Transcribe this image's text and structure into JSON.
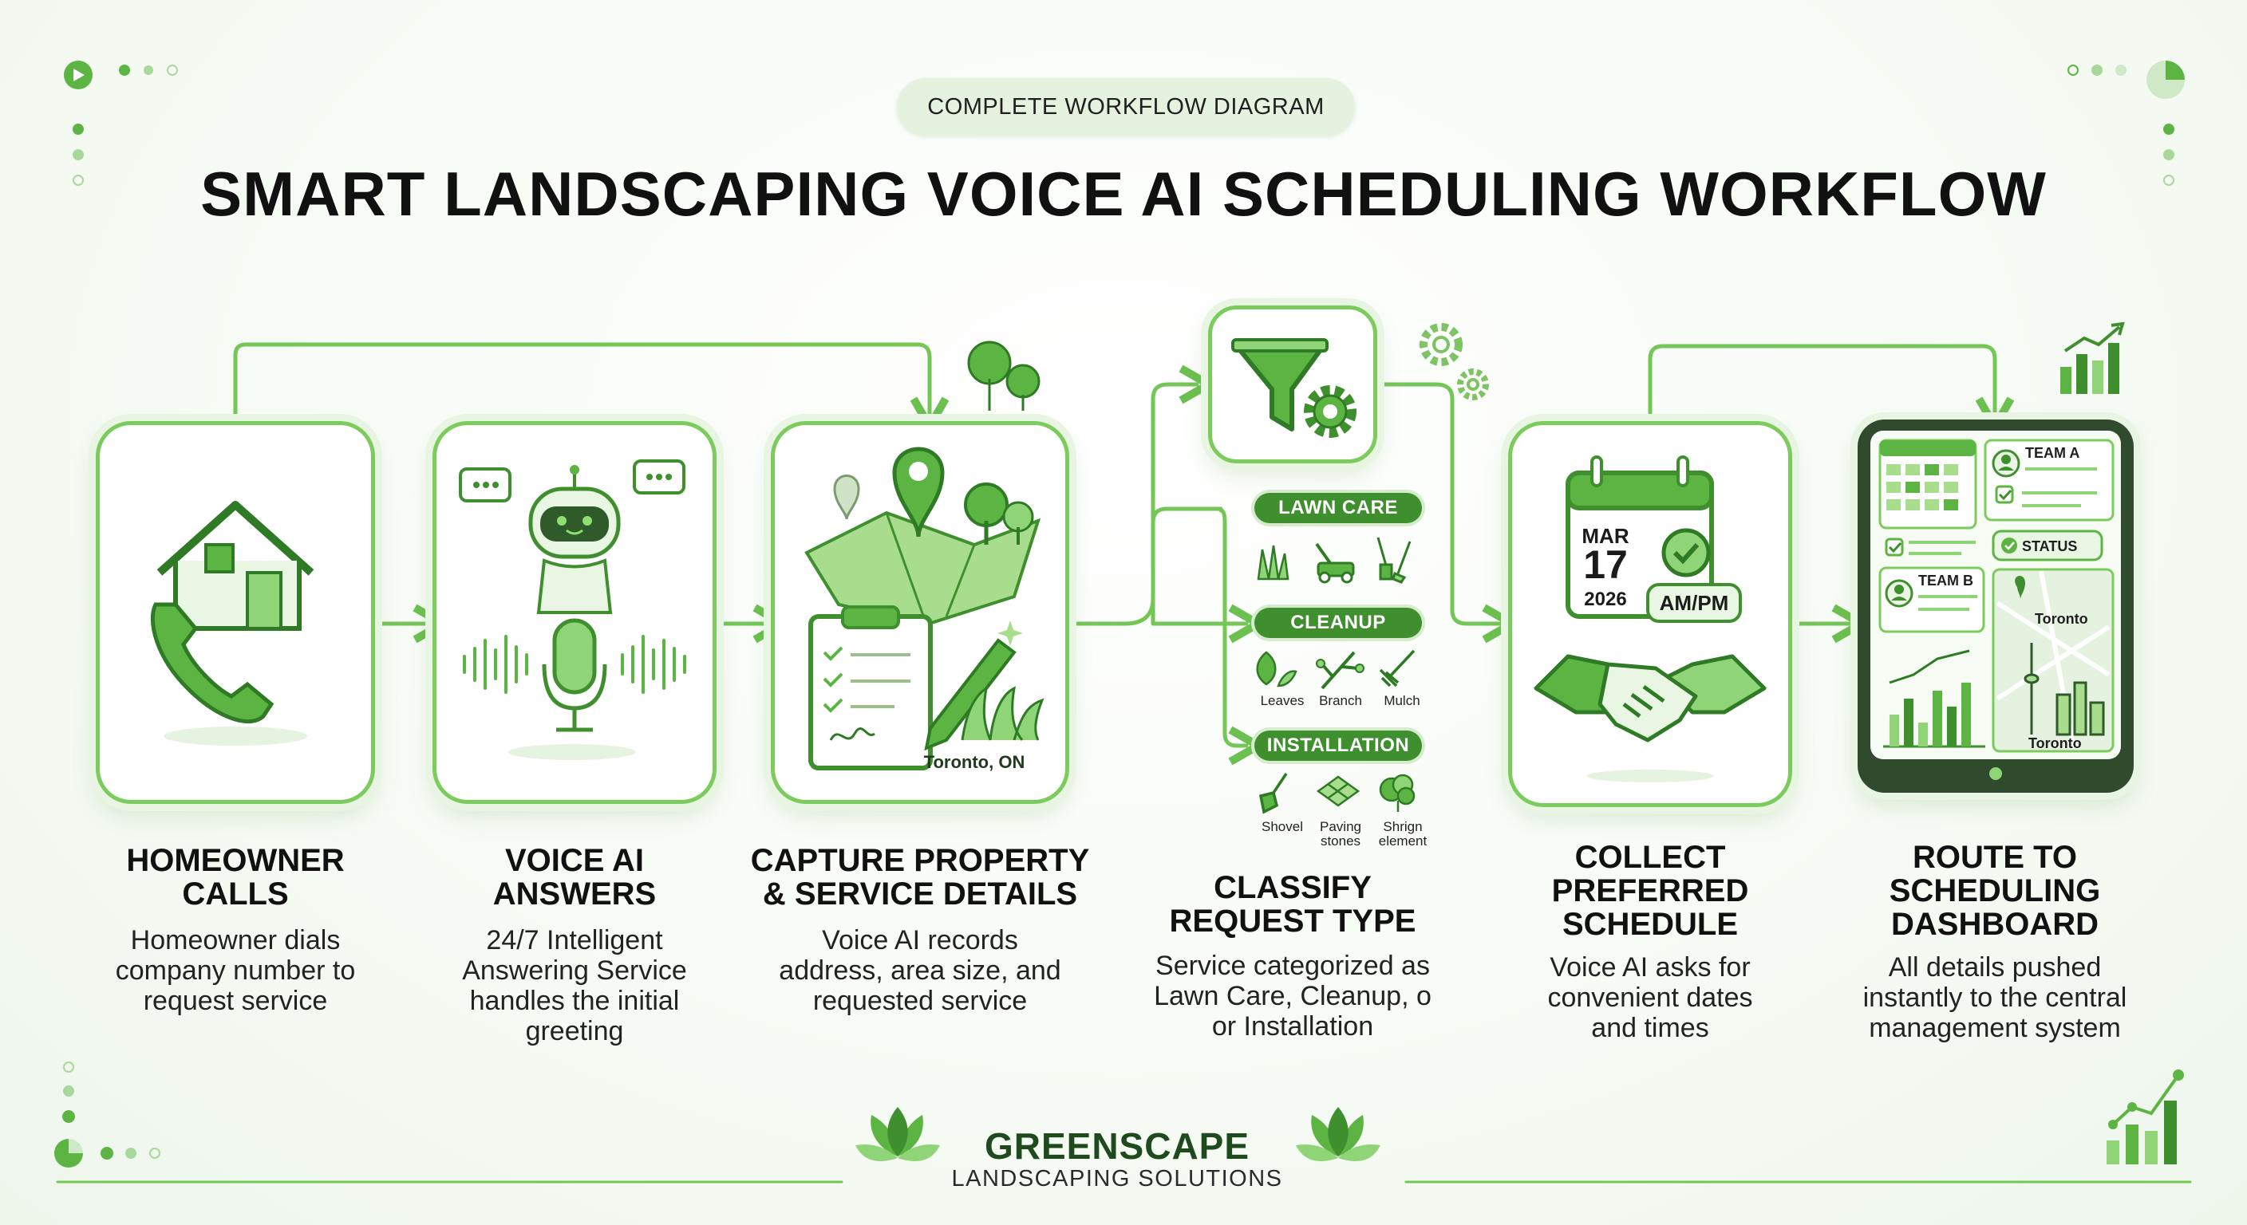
{
  "header": {
    "badge": "COMPLETE WORKFLOW DIAGRAM",
    "title": "SMART LANDSCAPING VOICE AI SCHEDULING WORKFLOW"
  },
  "steps": [
    {
      "title_l1": "HOMEOWNER",
      "title_l2": "CALLS",
      "desc": [
        "Homeowner dials",
        "company number to",
        "request service"
      ]
    },
    {
      "title_l1": "VOICE AI",
      "title_l2": "ANSWERS",
      "desc": [
        "24/7 Intelligent",
        "Answering Service",
        "handles the initial",
        "greeting"
      ]
    },
    {
      "title_l1": "CAPTURE PROPERTY",
      "title_l2": "& SERVICE DETAILS",
      "desc": [
        "Voice AI records",
        "address, area size, and",
        "requested service"
      ],
      "location": "Toronto, ON"
    },
    {
      "title_l1": "CLASSIFY",
      "title_l2": "REQUEST TYPE",
      "desc": [
        "Service categorized as",
        "Lawn Care, Cleanup, o",
        "or Installation"
      ]
    },
    {
      "title_l1": "COLLECT",
      "title_l2": "PREFERRED",
      "title_l3": "SCHEDULE",
      "desc": [
        "Voice AI asks for",
        "convenient dates",
        "and times"
      ]
    },
    {
      "title_l1": "ROUTE TO",
      "title_l2": "SCHEDULING",
      "title_l3": "DASHBOARD",
      "desc": [
        "All details pushed",
        "instantly to the central",
        "management system"
      ]
    }
  ],
  "categories": [
    {
      "name": "LAWN CARE",
      "items": []
    },
    {
      "name": "CLEANUP",
      "items": [
        "Leaves",
        "Branch",
        "Mulch"
      ]
    },
    {
      "name": "INSTALLATION",
      "items": [
        "Shovel",
        "Paving stones",
        "Shrign element"
      ]
    }
  ],
  "calendar": {
    "month": "MAR",
    "day": "17",
    "year": "2026",
    "ampm": "AM/PM"
  },
  "dashboard": {
    "team_a": "TEAM A",
    "team_b": "TEAM B",
    "status": "STATUS",
    "city": "Toronto",
    "city_bottom": "Toronto"
  },
  "brand": {
    "name": "GREENSCAPE",
    "tagline": "LANDSCAPING SOLUTIONS"
  },
  "colors": {
    "accent": "#5cb542",
    "dark_green": "#3f8f2f",
    "light_green": "#e4f2df"
  }
}
